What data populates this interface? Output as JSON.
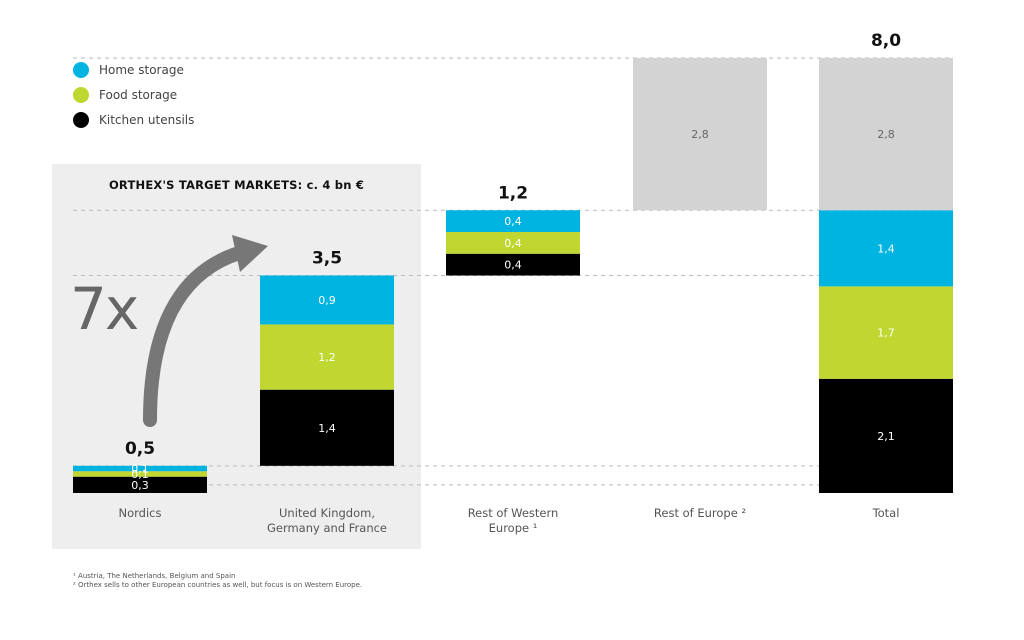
{
  "title": "ORTHEX'S TARGET MARKETS: c. 4 bn €",
  "multiplier": "7x",
  "legend": [
    {
      "label": "Home storage",
      "color": "#00b4e1"
    },
    {
      "label": "Food storage",
      "color": "#bfd730"
    },
    {
      "label": "Kitchen utensils",
      "color": "#000000"
    }
  ],
  "footnotes": [
    "¹ Austria, The Netherlands, Belgium and Spain",
    "² Orthex sells to other European countries as well, but focus is on Western Europe."
  ],
  "chart_data": {
    "type": "bar",
    "subtype": "waterfall",
    "ylim": [
      0,
      8.0
    ],
    "categories": [
      "Nordics",
      "United Kingdom, Germany and France",
      "Rest of Western Europe ¹",
      "Rest of Europe ²",
      "Total"
    ],
    "totals": [
      "0,5",
      "3,5",
      "1,2",
      "",
      "8,0"
    ],
    "series": [
      {
        "name": "Kitchen utensils",
        "color": "#000000",
        "values": [
          0.3,
          1.4,
          0.4,
          null,
          2.1
        ],
        "labels": [
          "0,3",
          "1,4",
          "0,4",
          "",
          "2,1"
        ]
      },
      {
        "name": "Food storage",
        "color": "#bfd730",
        "values": [
          0.1,
          1.2,
          0.4,
          null,
          1.7
        ],
        "labels": [
          "0,1",
          "1,2",
          "0,4",
          "",
          "1,7"
        ]
      },
      {
        "name": "Home storage",
        "color": "#00b4e1",
        "values": [
          0.1,
          0.9,
          0.4,
          null,
          1.4
        ],
        "labels": [
          "0,1",
          "0,9",
          "0,4",
          "",
          "1,4"
        ]
      },
      {
        "name": "",
        "color": "#d3d3d3",
        "values": [
          null,
          null,
          null,
          2.8,
          2.8
        ],
        "labels": [
          "",
          "",
          "",
          "2,8",
          "2,8"
        ]
      }
    ]
  }
}
